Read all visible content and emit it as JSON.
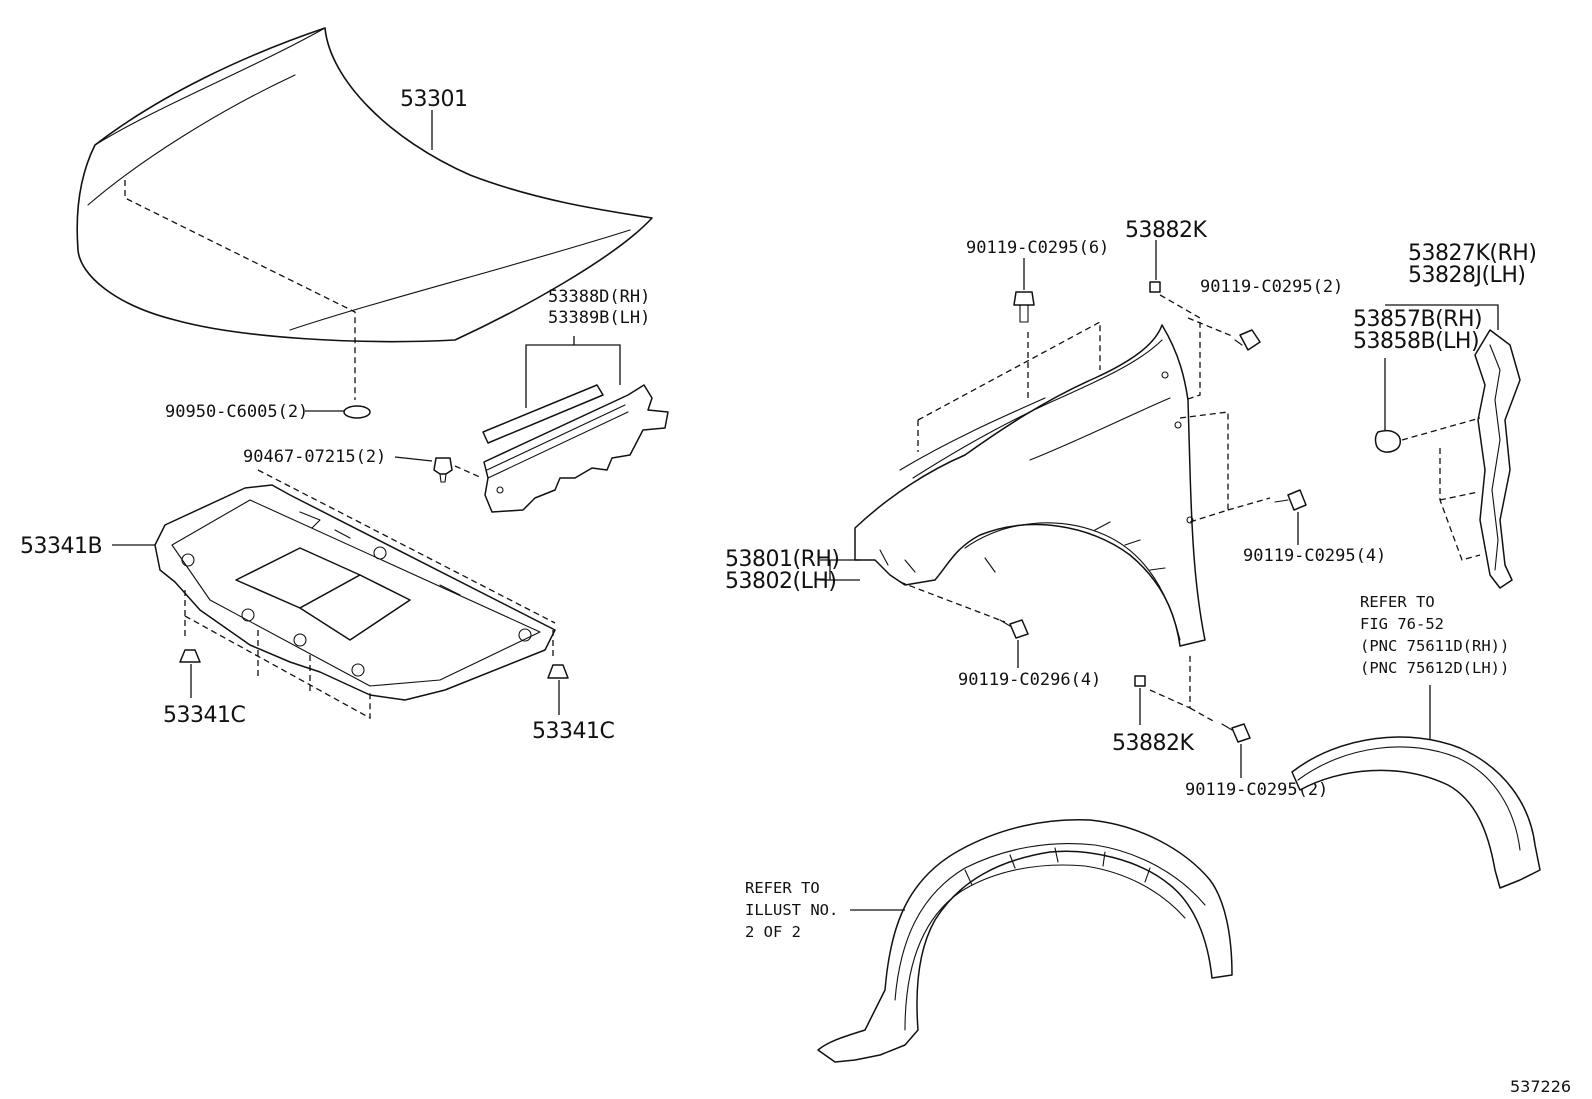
{
  "labels": {
    "hood": "53301",
    "weatherstrip_rh": "53388D(RH)",
    "weatherstrip_lh": "53389B(LH)",
    "hood_cushion": "90950-C6005(2)",
    "clip_screw": "90467-07215(2)",
    "hood_insulator": "53341B",
    "insulator_clip_left": "53341C",
    "insulator_clip_right": "53341C",
    "fender_bolt_top": "90119-C0295(6)",
    "fender_bracket_top": "53882K",
    "fender_bolt_top_right": "90119-C0295(2)",
    "liner_bracket_rh": "53827K(RH)",
    "liner_bracket_lh": "53828J(LH)",
    "fender_seal_rh": "53857B(RH)",
    "fender_seal_lh": "53858B(LH)",
    "fender_rh": "53801(RH)",
    "fender_lh": "53802(LH)",
    "fender_bolt_side": "90119-C0295(4)",
    "fender_bolt_lower": "90119-C0296(4)",
    "fender_bracket_bottom": "53882K",
    "fender_bolt_bottom": "90119-C0295(2)",
    "figure_number": "537226"
  },
  "notes": {
    "flare_ref": [
      "REFER TO",
      "FIG 76-52",
      "(PNC 75611D(RH))",
      "(PNC 75612D(LH))"
    ],
    "liner_ref": [
      "REFER TO",
      "ILLUST NO.",
      "2 OF 2"
    ]
  }
}
